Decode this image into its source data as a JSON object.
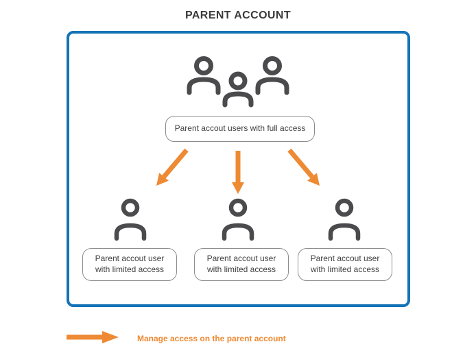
{
  "title": "PARENT ACCOUNT",
  "parent_box": {
    "full_access_label": "Parent accout users with full access",
    "limited_users": [
      {
        "label": "Parent accout user with limited access"
      },
      {
        "label": "Parent accout user with limited access"
      },
      {
        "label": "Parent accout user with limited access"
      }
    ]
  },
  "legend": {
    "label": "Manage access on the parent account"
  },
  "colors": {
    "border_blue": "#1373B7",
    "arrow_orange": "#EE8A33",
    "icon_gray": "#4B4B4D",
    "box_border_gray": "#8C8C8C",
    "text_dark": "#3F3F41",
    "title_dark": "#3B3B3D"
  },
  "icons": {
    "top": "users-group-icon",
    "children": "user-icon",
    "flow": [
      "arrow-down-left-icon",
      "arrow-down-icon",
      "arrow-down-right-icon"
    ],
    "legend": "arrow-right-icon"
  }
}
